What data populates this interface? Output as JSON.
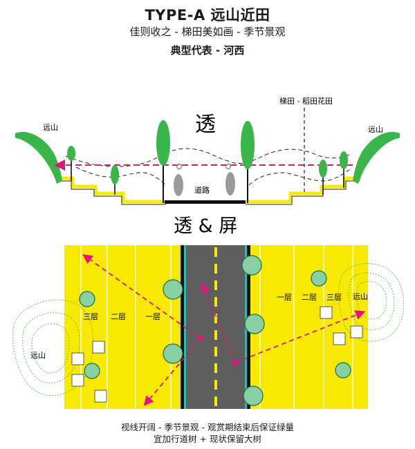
{
  "header": {
    "title": "TYPE-A 远山近田",
    "subtitle": "佳则收之 - 梯田美如画 - 季节景观",
    "subtitle2": "典型代表 - 河西"
  },
  "section": {
    "left_mountain": "远山",
    "right_mountain": "远山",
    "terrace_note": "梯田 - 稻田花田",
    "transparent": "透",
    "road": "道路"
  },
  "plan": {
    "title": "透 & 屏",
    "left_layers": [
      "三层",
      "二层",
      "一层"
    ],
    "right_layers": [
      "一层",
      "二层",
      "三层"
    ],
    "left_mountain": "远山",
    "right_mountain": "远山"
  },
  "captions": {
    "line1": "视线开阔 - 季节景观 - 观赏期结束后保证绿量",
    "line2": "宜加行道树 + 现状保留大树"
  },
  "colors": {
    "field_yellow": "#f7ea00",
    "road_gray": "#5e5e5e",
    "tree_green": "#3ab54a",
    "round_tree": "#88cfa4",
    "sight_line": "#e3137a",
    "road_edge": "#35b6ad"
  }
}
